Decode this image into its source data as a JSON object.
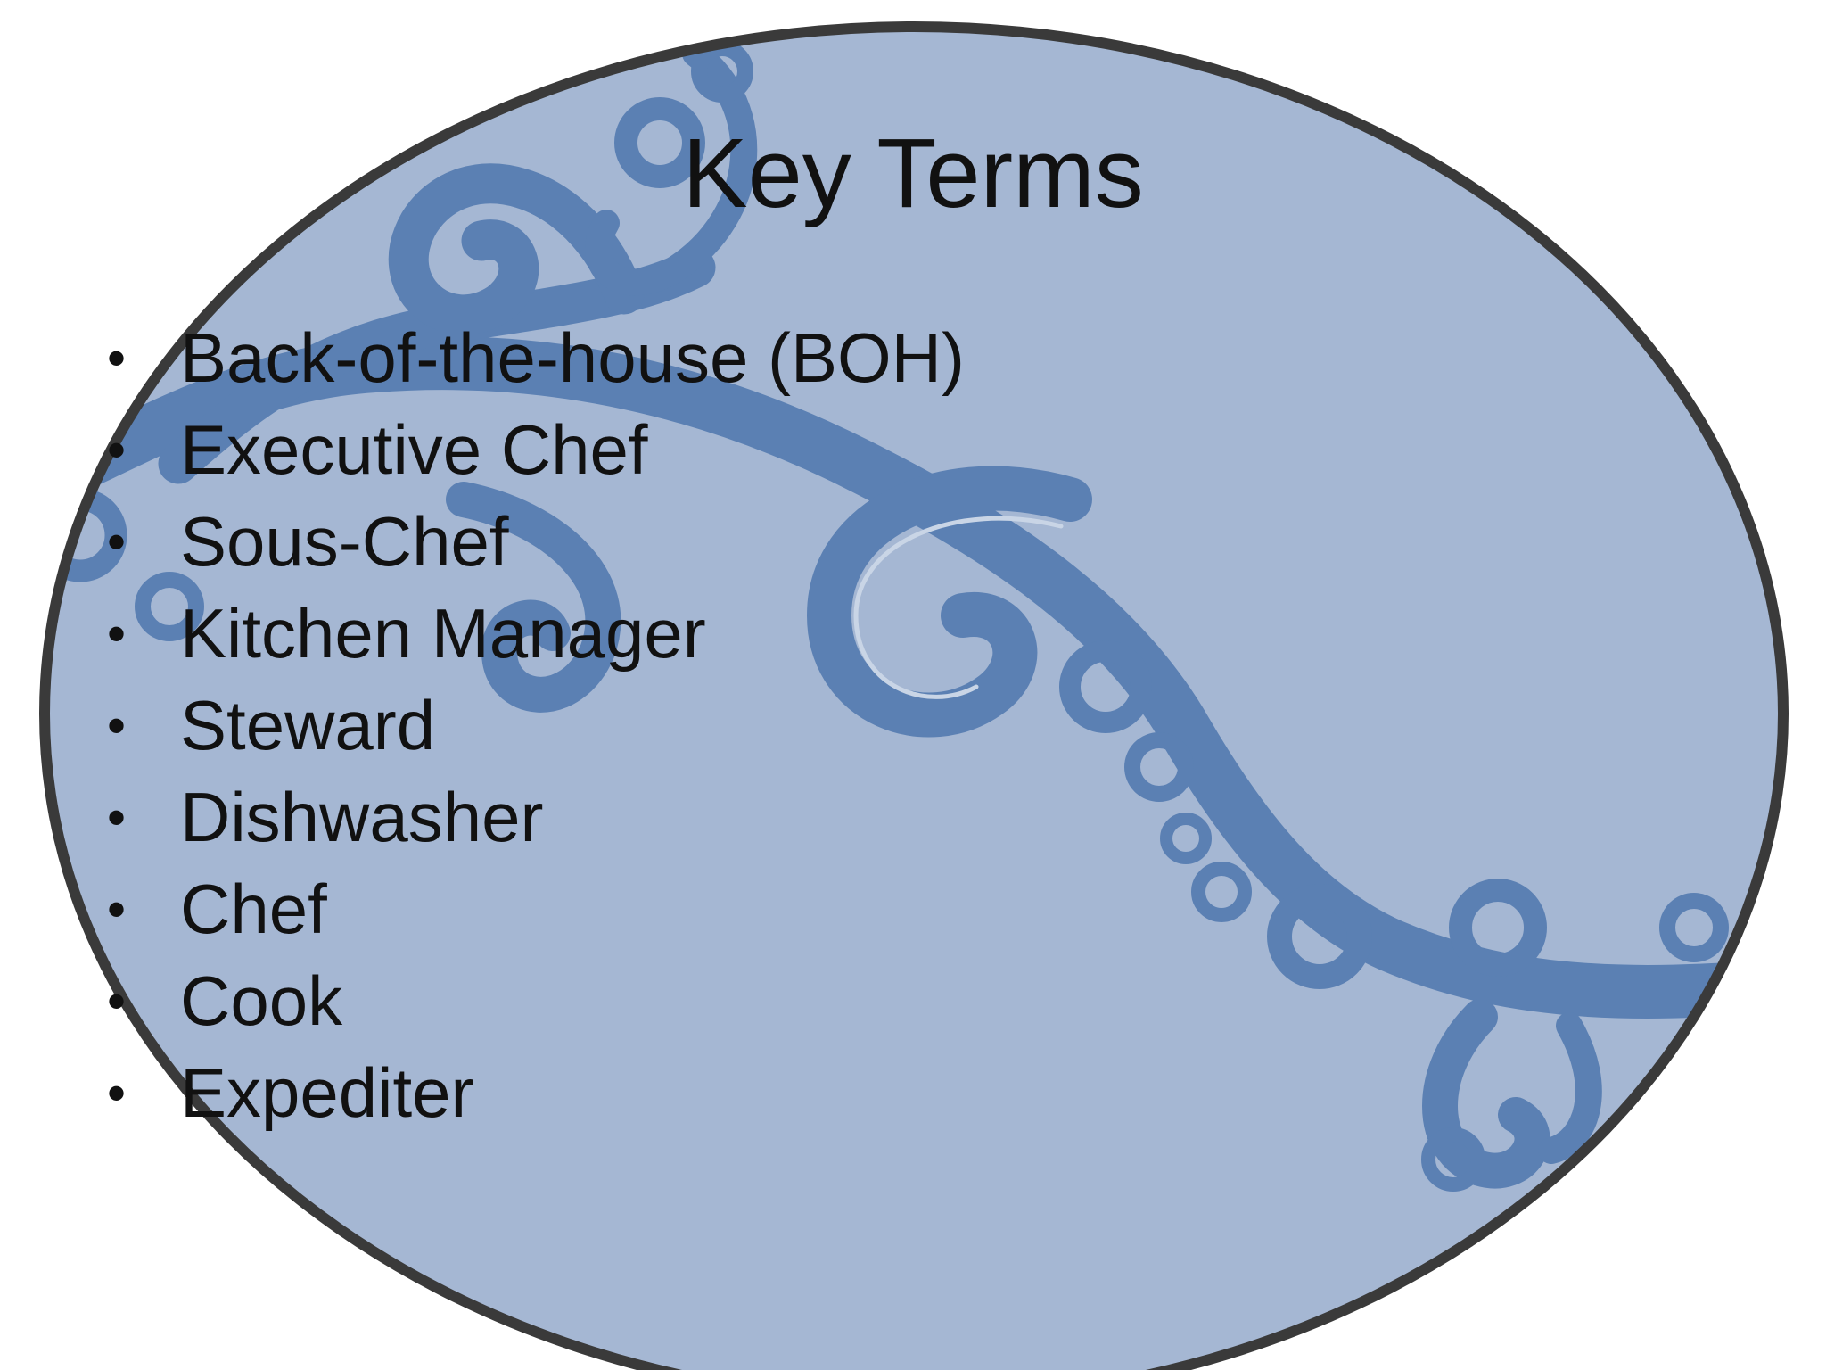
{
  "slide": {
    "title": "Key Terms",
    "bullet_glyph": "•",
    "items": [
      "Back-of-the-house (BOH)",
      "Executive Chef",
      "Sous-Chef",
      "Kitchen Manager",
      "Steward",
      "Dishwasher",
      "Chef",
      "Cook",
      "Expediter"
    ]
  },
  "colors": {
    "oval_fill": "#a5b7d3",
    "oval_border": "#3a3a3a",
    "swirl": "#5b80b3",
    "swirl_highlight": "#c9d5e6",
    "text": "#111111"
  },
  "decoration": {
    "background_shape": "oval-frame",
    "pattern": "swirl-flourish"
  }
}
